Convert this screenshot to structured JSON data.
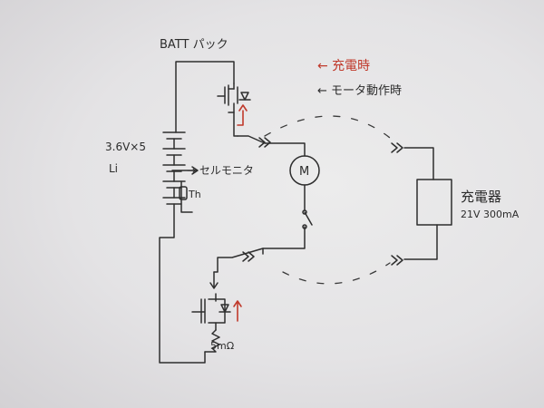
{
  "labels": {
    "batt_pack": "BATT パック",
    "charge_legend": "← 充電時",
    "motor_legend": "← モータ動作時",
    "cells": "3.6V×5",
    "chemistry": "Li",
    "cell_monitor": "→ セルモニタ",
    "thermistor": "Th",
    "motor": "M",
    "charger": "充電器",
    "charger_spec": "21V 300mA",
    "shunt": "5mΩ"
  },
  "colors": {
    "ink": "#2e2e2e",
    "red_ink": "#c0392b",
    "paper": "#e7e6e8"
  }
}
